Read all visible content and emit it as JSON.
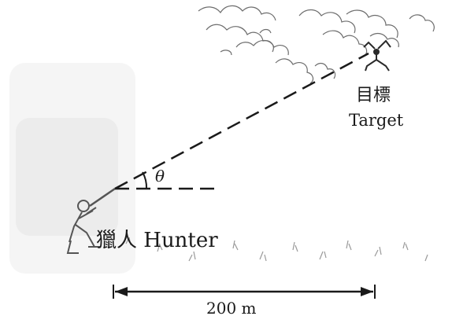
{
  "labels": {
    "hunter": "獵人 Hunter",
    "target_zh": "目標",
    "target_en": "Target",
    "angle": "θ",
    "distance": "200 m"
  },
  "icons": {
    "hunter": "kneeling-hunter-with-rifle",
    "target": "flying-bird-target",
    "clouds": "cloud-scribbles",
    "grass": "grass-tufts"
  },
  "colors": {
    "ink": "#1a1a1a",
    "background": "#ffffff",
    "haze": "#e6e6e6"
  }
}
